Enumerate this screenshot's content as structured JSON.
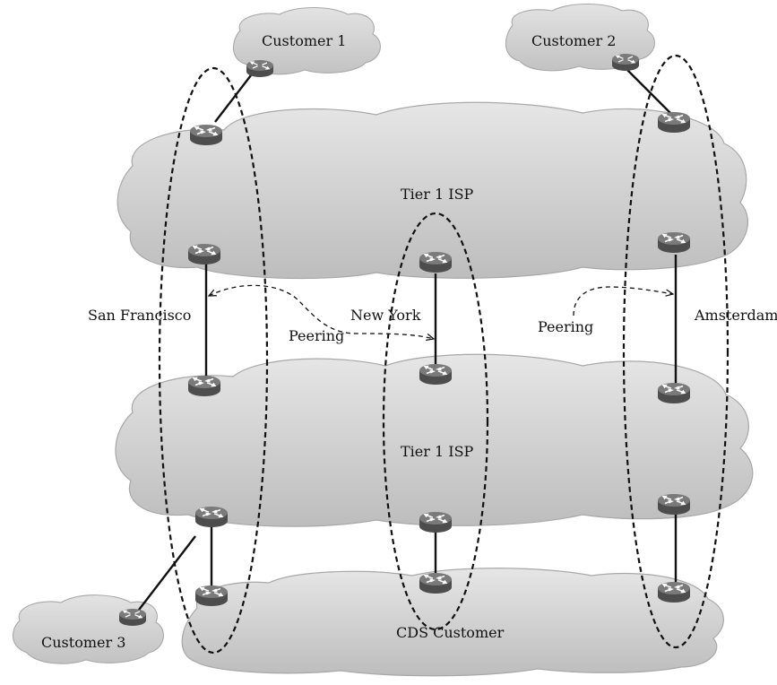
{
  "clouds": {
    "customer_1": "Customer 1",
    "customer_2": "Customer 2",
    "customer_3": "Customer 3",
    "tier1_top": "Tier 1 ISP",
    "tier1_middle": "Tier 1 ISP",
    "cds_customer": "CDS Customer"
  },
  "locations": {
    "san_francisco": "San Francisco",
    "new_york": "New York",
    "amsterdam": "Amsterdam"
  },
  "peering": {
    "left": "Peering",
    "right": "Peering"
  },
  "colors": {
    "cloud_fill": "#d3d3d3",
    "cloud_stroke": "#a8a8a8",
    "router_top": "#7a7a7a",
    "router_side": "#4d4d4d",
    "link": "#111111"
  },
  "icons": {
    "router": "router-icon",
    "cloud": "cloud-icon"
  }
}
